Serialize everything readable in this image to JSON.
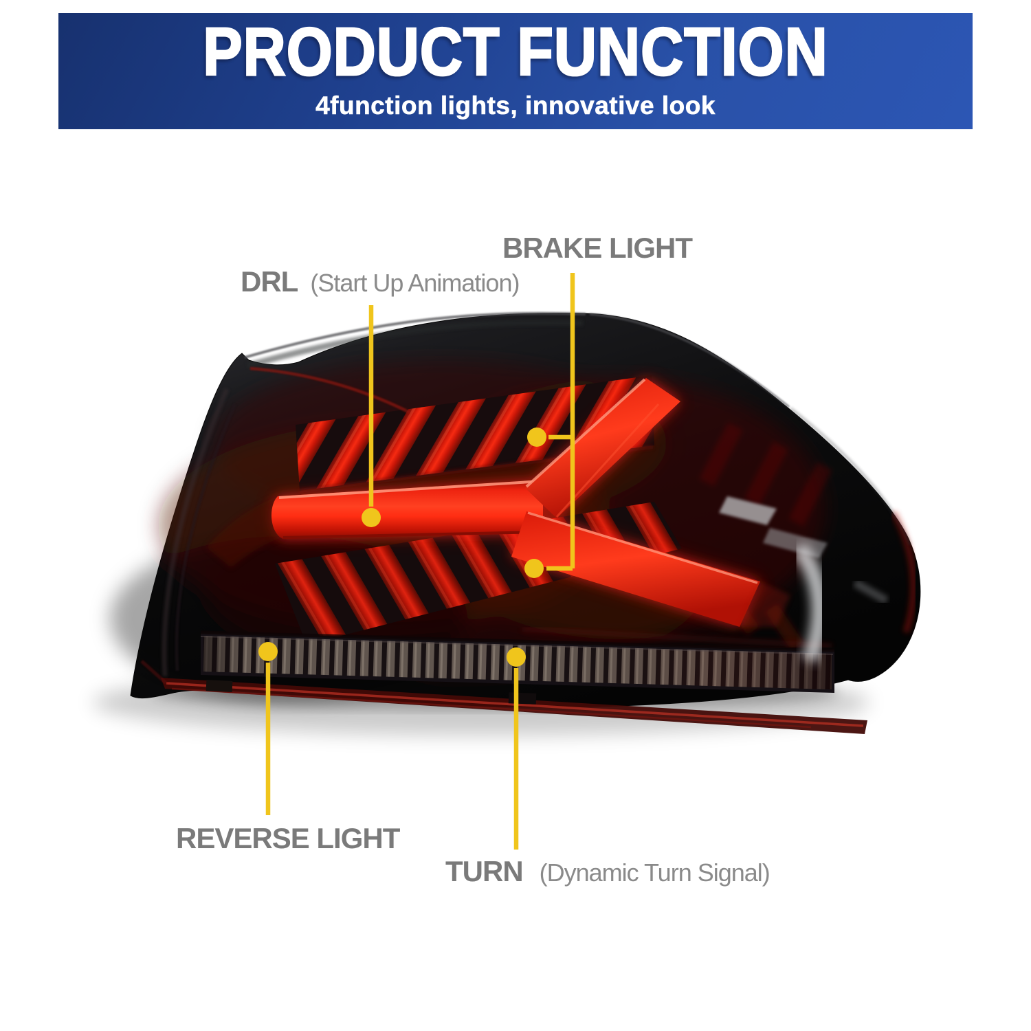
{
  "header": {
    "title": "PRODUCT FUNCTION",
    "subtitle": "4function lights, innovative look"
  },
  "callouts": {
    "brake": {
      "label": "BRAKE LIGHT"
    },
    "drl": {
      "label": "DRL",
      "note": "(Start Up Animation)"
    },
    "reverse": {
      "label": "REVERSE LIGHT"
    },
    "turn": {
      "label": "TURN",
      "note": "(Dynamic Turn Signal)"
    }
  },
  "colors": {
    "header_blue_dark": "#17316F",
    "header_blue_light": "#2C56B4",
    "callout_yellow": "#F0C51C",
    "label_gray": "#7A7A7A",
    "note_gray": "#8A8A8A",
    "led_red_bright": "#FF2D12",
    "led_red_deep": "#8E0E03",
    "lamp_black": "#0A0A0B",
    "strip_gray": "#695D55",
    "background_white": "#FFFFFF"
  }
}
